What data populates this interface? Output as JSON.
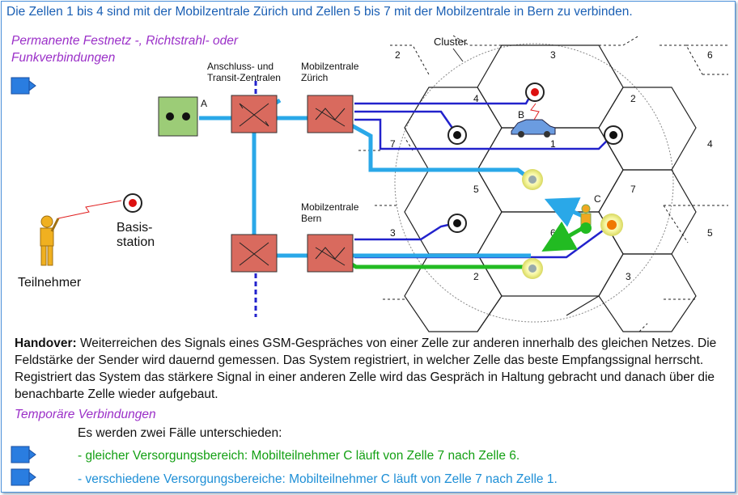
{
  "headline": "Die Zellen 1 bis 4 sind mit der Mobilzentrale Zürich und Zellen 5 bis 7 mit der Mobilzentrale in Bern zu verbinden.",
  "categories": {
    "permanent": "Permanente Festnetz -, Richtstrahl- oder Funkverbindungen",
    "temporary": "Temporäre Verbindungen"
  },
  "labels": {
    "exchanges": [
      "Anschluss- und",
      "Transit-Zentralen"
    ],
    "zurich": [
      "Mobilzentrale",
      "Zürich"
    ],
    "bern": [
      "Mobilzentrale",
      "Bern"
    ],
    "cluster": "Cluster",
    "subscriber": "Teilnehmer",
    "base_station": [
      "Basis-",
      "station"
    ],
    "point_a": "A",
    "point_b": "B",
    "point_c": "C"
  },
  "cell_numbers": [
    "2",
    "3",
    "6",
    "4",
    "2",
    "7",
    "1",
    "4",
    "5",
    "7",
    "3",
    "6",
    "5",
    "2",
    "3"
  ],
  "handover": {
    "term": "Handover:",
    "text": " Weiterreichen des Signals eines GSM-Gespräches von einer Zelle zur anderen innerhalb des gleichen Netzes. Die Feldstärke der Sender wird dauernd gemessen. Das System registriert, in welcher Zelle das beste Empfangssignal herrscht. Registriert das System das stärkere Signal in einer anderen Zelle wird das Gespräch in Haltung gebracht und danach über die benachbarte Zelle wieder aufgebaut."
  },
  "cases": {
    "intro": "Es werden zwei Fälle unterschieden:",
    "same_area": "-  gleicher Versorgungsbereich: Mobilteilnehmer C läuft von Zelle 7 nach Zelle 6.",
    "different_area": "-  verschiedene Versorgungsbereiche: Mobilteilnehmer C läuft von Zelle 7 nach Zelle 1."
  },
  "colors": {
    "headline": "#1a5fb4",
    "category": "#9b30c8",
    "permanent_line": "#2222cc",
    "temporary_line": "#2aa8e8",
    "green_line": "#22bb22",
    "exchange_box": "#d96a5e",
    "terminal_box": "#9ccc77"
  }
}
